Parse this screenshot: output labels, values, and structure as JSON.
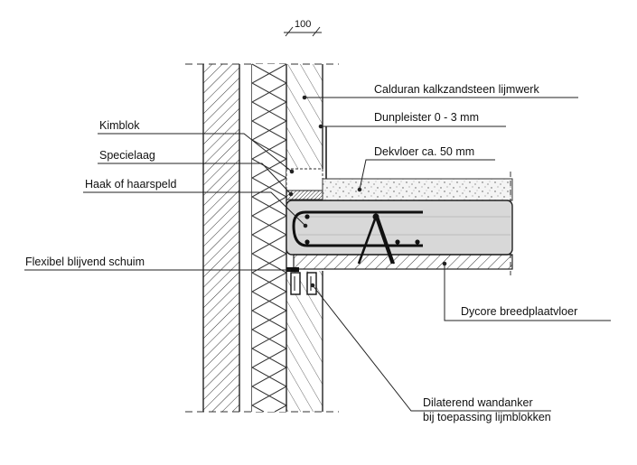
{
  "scale_label": "100",
  "labels": {
    "calduran": "Calduran kalkzandsteen lijmwerk",
    "dunpleister": "Dunpleister 0 - 3 mm",
    "dekvloer": "Dekvloer ca. 50 mm",
    "kimblok": "Kimblok",
    "specielaag": "Specielaag",
    "haak": "Haak of haarspeld",
    "schuim": "Flexibel blijvend schuim",
    "dycore": "Dycore breedplaatvloer",
    "wandanker_1": "Dilaterend wandanker",
    "wandanker_2": "bij toepassing lijmblokken"
  }
}
